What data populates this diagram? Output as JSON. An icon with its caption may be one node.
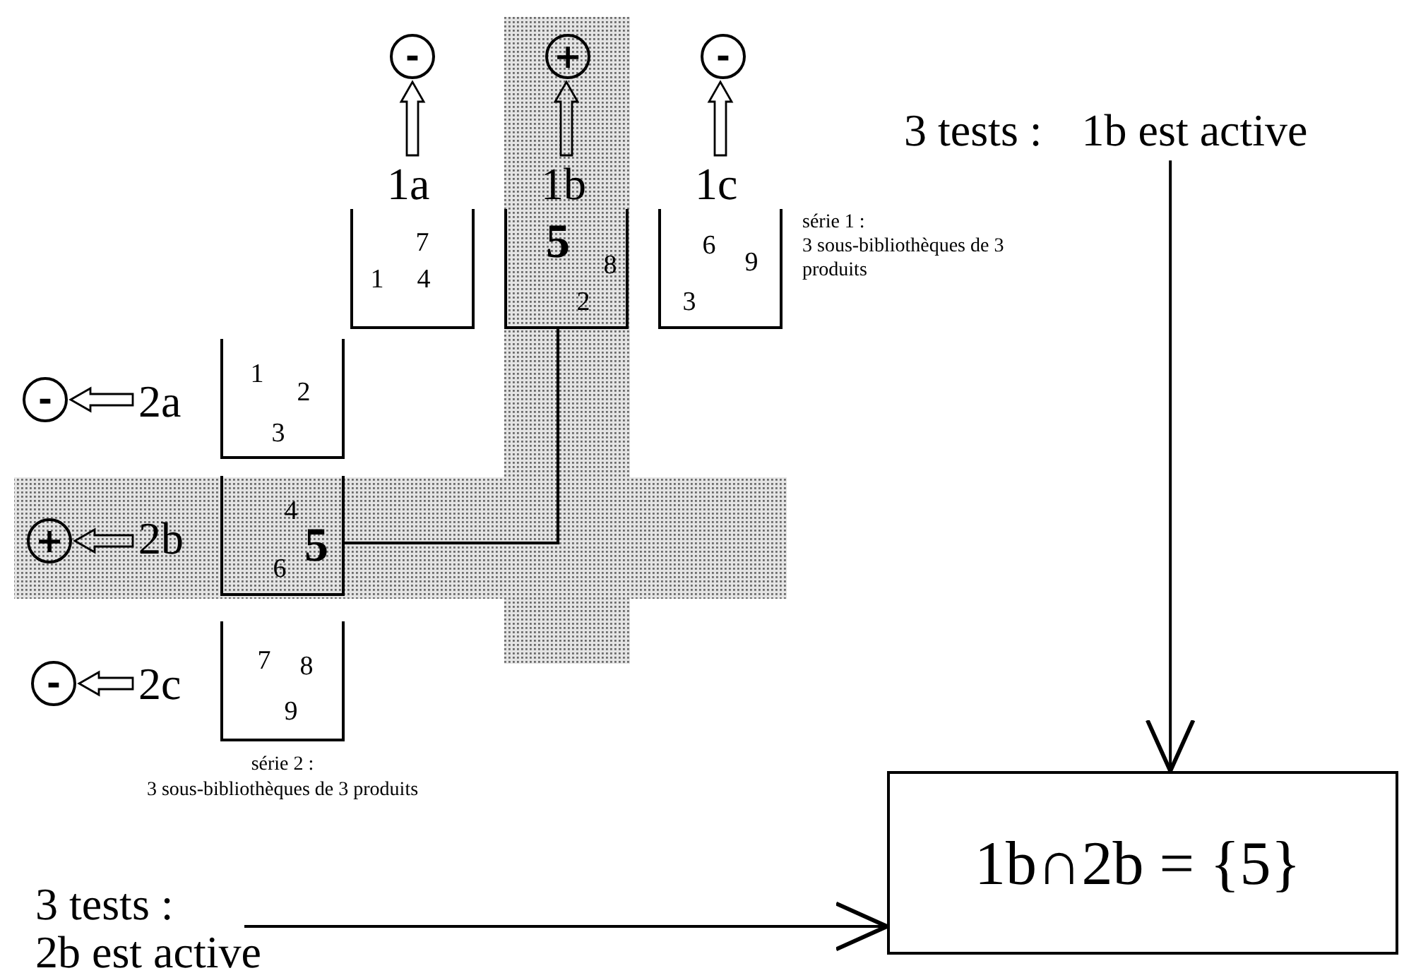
{
  "diagram": {
    "nodes": [
      {
        "text": [
          "-"
        ]
      },
      {
        "text": [
          "+"
        ]
      },
      {
        "text": [
          "-"
        ]
      },
      {
        "text": [
          "1a",
          "7",
          "1",
          "4"
        ]
      },
      {
        "text": [
          "1b",
          "5",
          "8",
          "2"
        ]
      },
      {
        "text": [
          "1c",
          "6",
          "9",
          "3"
        ]
      },
      {
        "text": [
          "-"
        ]
      },
      {
        "text": [
          "2a",
          "1",
          "2",
          "3"
        ]
      },
      {
        "text": [
          "+"
        ]
      },
      {
        "text": [
          "2b",
          "4",
          "6",
          "5"
        ]
      },
      {
        "text": [
          "-"
        ]
      },
      {
        "text": [
          "2c",
          "7",
          "8",
          "9"
        ]
      },
      {
        "text": [
          "3 tests :",
          "1b est active"
        ]
      },
      {
        "text": [
          "3 tests :",
          "2b est active"
        ]
      },
      {
        "text": [
          "1b∩2b = {5}"
        ]
      }
    ],
    "edges": [
      {
        "from": 3,
        "to": 0,
        "arrow": "to"
      },
      {
        "from": 4,
        "to": 1,
        "arrow": "to"
      },
      {
        "from": 5,
        "to": 2,
        "arrow": "to"
      },
      {
        "from": 7,
        "to": 6,
        "arrow": "to"
      },
      {
        "from": 9,
        "to": 8,
        "arrow": "to"
      },
      {
        "from": 11,
        "to": 10,
        "arrow": "to"
      },
      {
        "from": 4,
        "to": 9,
        "arrow": "none"
      },
      {
        "from": 12,
        "to": 14,
        "arrow": "to"
      },
      {
        "from": 13,
        "to": 14,
        "arrow": "to"
      }
    ],
    "labels": [
      "série 1 :",
      "3 sous-bibliothèques de 3 produits",
      "série 2 :",
      "3 sous-bibliothèques de 3 produits"
    ]
  }
}
